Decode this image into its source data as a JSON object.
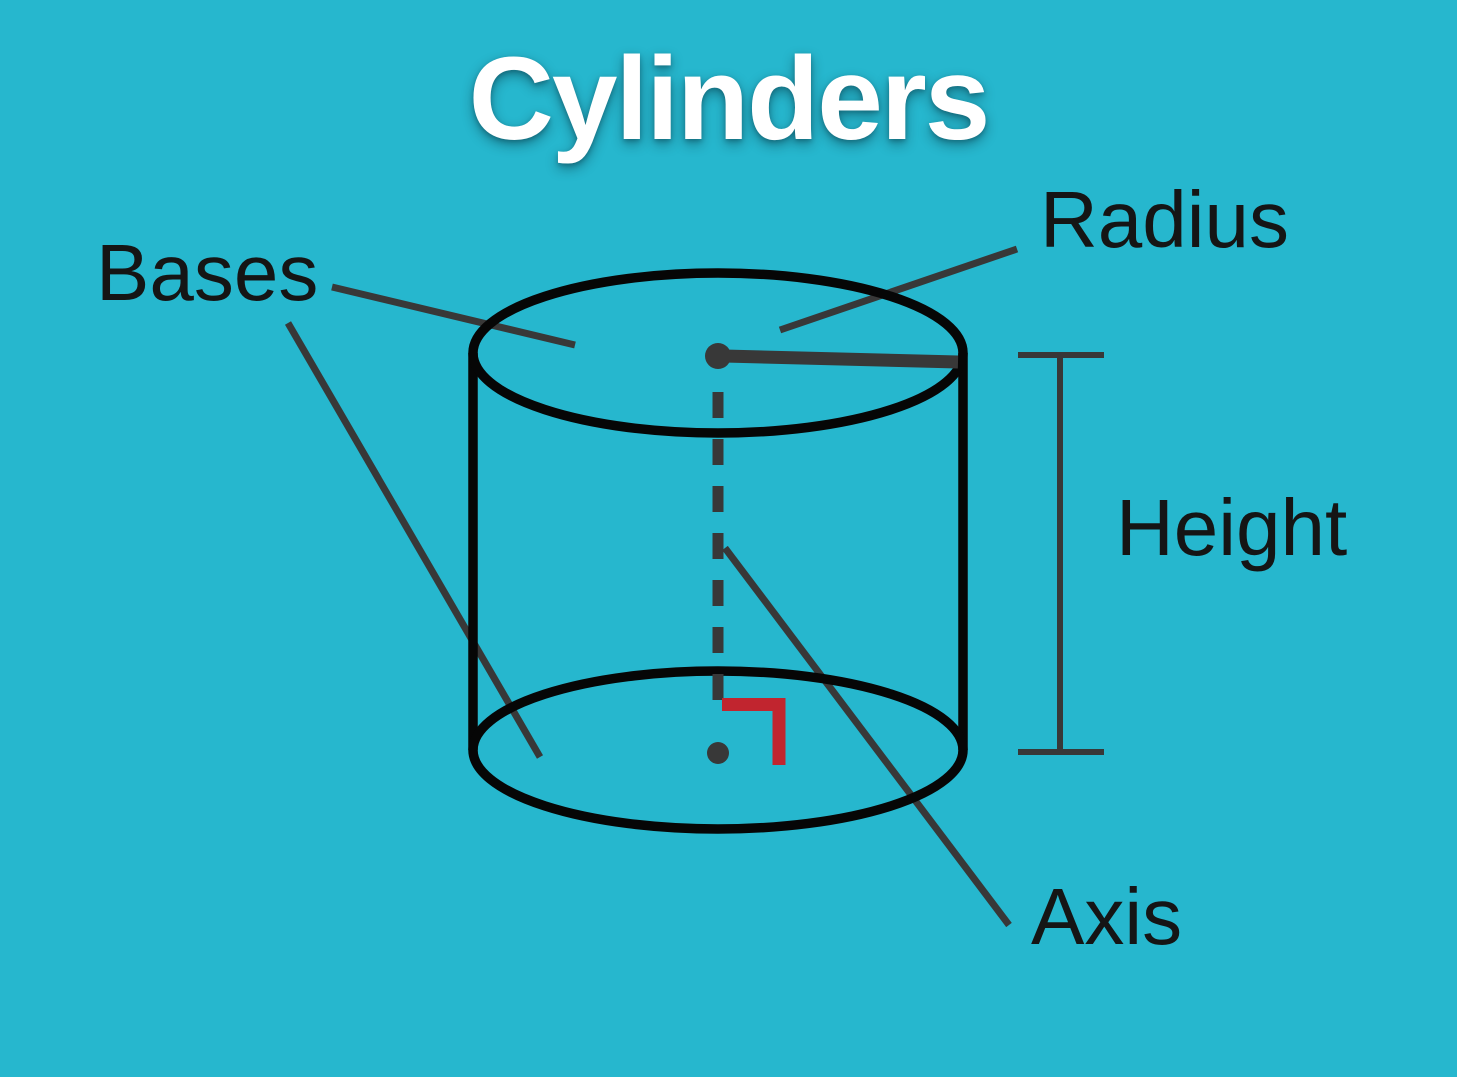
{
  "title": "Cylinders",
  "labels": {
    "bases": "Bases",
    "radius": "Radius",
    "height": "Height",
    "axis": "Axis"
  },
  "colors": {
    "background": "#26b7ce",
    "outline": "#060606",
    "annotation": "#383838",
    "text": "#151515",
    "title_text": "#ffffff",
    "right_angle": "#c1252f"
  }
}
